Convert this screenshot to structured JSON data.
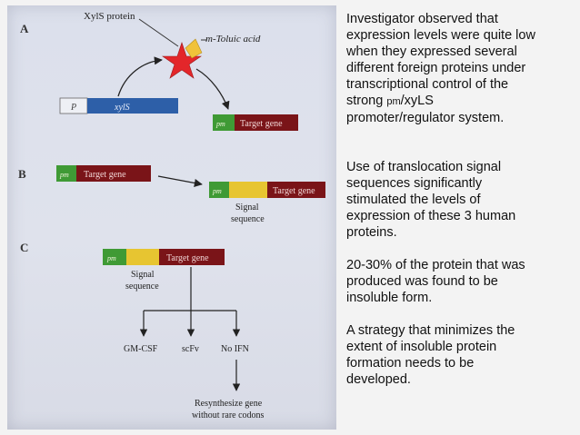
{
  "figure": {
    "panel_labels": [
      "A",
      "B",
      "C"
    ],
    "xyls_protein": "XylS protein",
    "inducer": "m-Toluic acid",
    "p_label": "P",
    "xyls_gene": "xylS",
    "pm_label": "pm",
    "target_gene": "Target gene",
    "signal_line1": "Signal",
    "signal_line2": "sequence",
    "products": [
      "GM-CSF",
      "scFv",
      "No IFN"
    ],
    "resynth_line1": "Resynthesize gene",
    "resynth_line2": "without rare codons"
  },
  "text": {
    "p1_lines": [
      "Investigator observed that",
      "expression levels were quite low",
      "when they expressed several",
      "different foreign proteins  under",
      "transcriptional control of the"
    ],
    "p1_strong_prefix": "strong ",
    "p1_pm": "pm",
    "p1_strong_suffix": "/xyLS",
    "p1_last": "promoter/regulator system.",
    "p2_lines": [
      "Use of translocation signal",
      "sequences significantly",
      "stimulated the levels of",
      "expression of these 3 human",
      "proteins."
    ],
    "p3_lines": [
      "20-30% of the protein that was",
      "produced was found to be",
      "insoluble form."
    ],
    "p4_lines": [
      "A strategy that minimizes the",
      "extent of insoluble protein",
      "formation needs to be",
      "developed."
    ]
  },
  "colors": {
    "promoter_green": "#3f9a35",
    "target_red": "#7a1418",
    "signal_yellow": "#e7c531",
    "xyls_blue": "#2d5fa8",
    "star_red": "#e3262a",
    "inducer_yellow": "#f0c23a"
  }
}
